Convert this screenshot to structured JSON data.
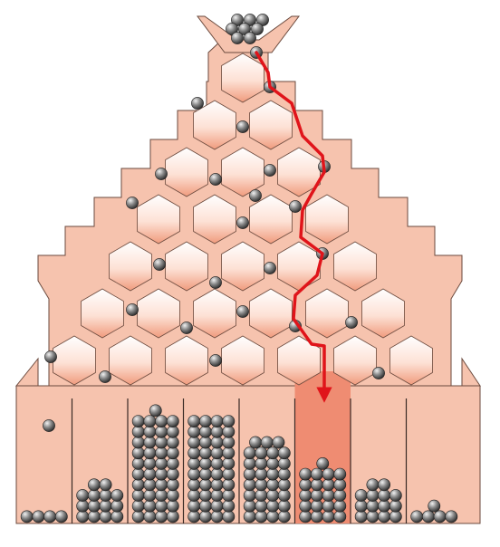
{
  "diagram": {
    "kind": "galton-board",
    "rows_of_hexagons": 7,
    "bins": 8,
    "highlighted_bin": 6,
    "bin_counts": [
      4,
      14,
      41,
      40,
      31,
      21,
      14,
      5
    ],
    "colors": {
      "board_fill": "#f6c3ae",
      "board_edge": "#5a3a30",
      "hex_top": "#ffffff",
      "hex_bottom": "#f09b7d",
      "bin_fill": "#f6c3ae",
      "highlight_bin_fill": "#ef8c72",
      "path": "#e0141a",
      "ball_dark": "#2e2e2e",
      "ball_light": "#c9c9c9"
    }
  }
}
